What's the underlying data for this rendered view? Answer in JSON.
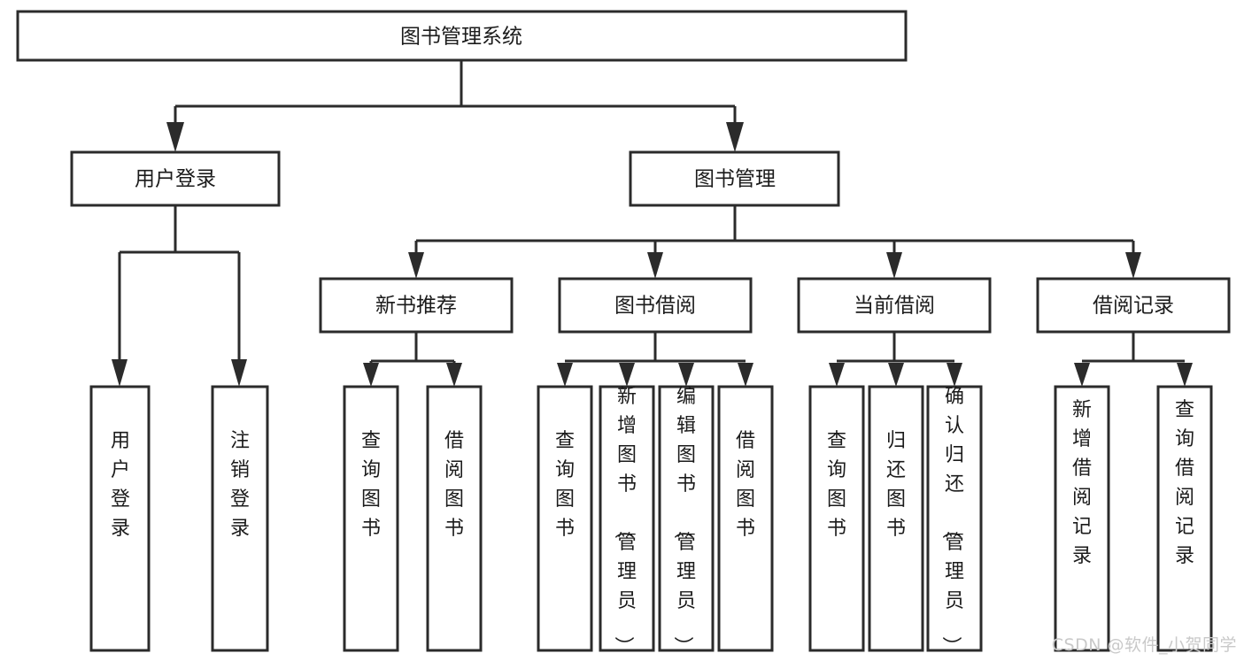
{
  "diagram": {
    "title": "图书管理系统",
    "type": "tree-hierarchy",
    "background_color": "#ffffff",
    "line_color": "#2b2b2b",
    "box_fill": "#ffffff",
    "text_color": "#1b1b1b"
  },
  "root": {
    "label": "图书管理系统"
  },
  "level2": [
    {
      "label": "用户登录"
    },
    {
      "label": "图书管理"
    }
  ],
  "level3": [
    {
      "label": "新书推荐"
    },
    {
      "label": "图书借阅"
    },
    {
      "label": "当前借阅"
    },
    {
      "label": "借阅记录"
    }
  ],
  "leaves": {
    "user_login": [
      {
        "label": "用户登录"
      },
      {
        "label": "注销登录"
      }
    ],
    "new_book_recommend": [
      {
        "label": "查询图书"
      },
      {
        "label": "借阅图书"
      }
    ],
    "book_borrow": [
      {
        "label": "查询图书"
      },
      {
        "label": "新增图书（管理员）"
      },
      {
        "label": "编辑图书（管理员）"
      },
      {
        "label": "借阅图书"
      }
    ],
    "current_borrow": [
      {
        "label": "查询图书"
      },
      {
        "label": "归还图书"
      },
      {
        "label": "确认归还（管理员）"
      }
    ],
    "borrow_record": [
      {
        "label": "新增借阅记录"
      },
      {
        "label": "查询借阅记录"
      }
    ]
  },
  "watermark": {
    "text": "CSDN @软件_小贺同学"
  }
}
